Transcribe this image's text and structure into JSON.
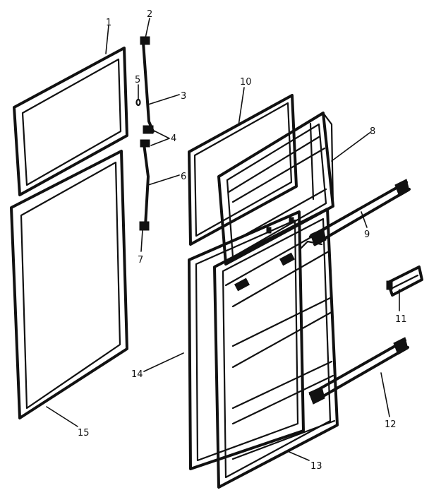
{
  "figure": {
    "callouts": [
      "1",
      "2",
      "3",
      "4",
      "5",
      "6",
      "7",
      "8",
      "9",
      "10",
      "11",
      "12",
      "13",
      "14",
      "15"
    ]
  },
  "colors": {
    "ink": "#111111",
    "paper": "#ffffff"
  }
}
